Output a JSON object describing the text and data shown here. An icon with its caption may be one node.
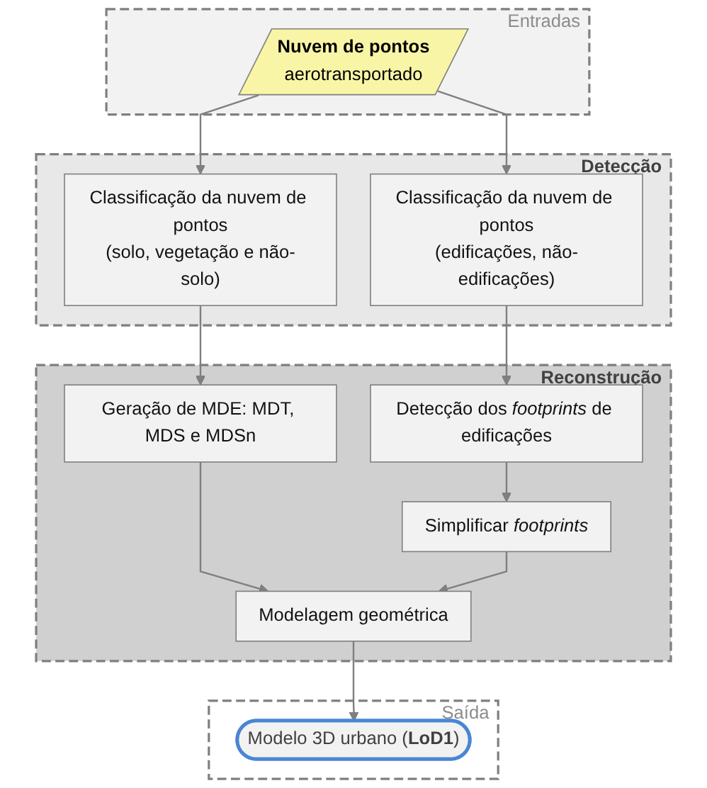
{
  "diagram": {
    "nodes": [
      {
        "text": [
          "Entradas"
        ]
      },
      {
        "text": [
          "Nuvem de pontos",
          "aerotransportado"
        ],
        "in": 0
      },
      {
        "text": [
          "Detecção"
        ]
      },
      {
        "text": [
          "Classificação da nuvem de pontos",
          "(solo, vegetação e não-solo)"
        ],
        "in": 2
      },
      {
        "text": [
          "Classificação da nuvem de pontos",
          "(edificações, não-edificações)"
        ],
        "in": 2
      },
      {
        "text": [
          "Reconstrução"
        ]
      },
      {
        "text": [
          "Geração de MDE: MDT, MDS e MDSn"
        ],
        "in": 5
      },
      {
        "text": [
          "Detecção dos *footprints* de edificações"
        ],
        "in": 5
      },
      {
        "text": [
          "Simplificar *footprints*"
        ],
        "in": 5
      },
      {
        "text": [
          "Modelagem geométrica"
        ],
        "in": 5
      },
      {
        "text": [
          "Saída"
        ]
      },
      {
        "text": [
          "Modelo 3D urbano (**LoD1**)"
        ],
        "in": 10
      }
    ],
    "edges": [
      {
        "from": 1,
        "to": 3,
        "arrow": "to"
      },
      {
        "from": 1,
        "to": 4,
        "arrow": "to"
      },
      {
        "from": 3,
        "to": 6,
        "arrow": "to"
      },
      {
        "from": 4,
        "to": 7,
        "arrow": "to"
      },
      {
        "from": 7,
        "to": 8,
        "arrow": "to"
      },
      {
        "from": 6,
        "to": 9,
        "arrow": "to"
      },
      {
        "from": 8,
        "to": 9,
        "arrow": "to"
      },
      {
        "from": 9,
        "to": 11,
        "arrow": "to"
      }
    ]
  }
}
